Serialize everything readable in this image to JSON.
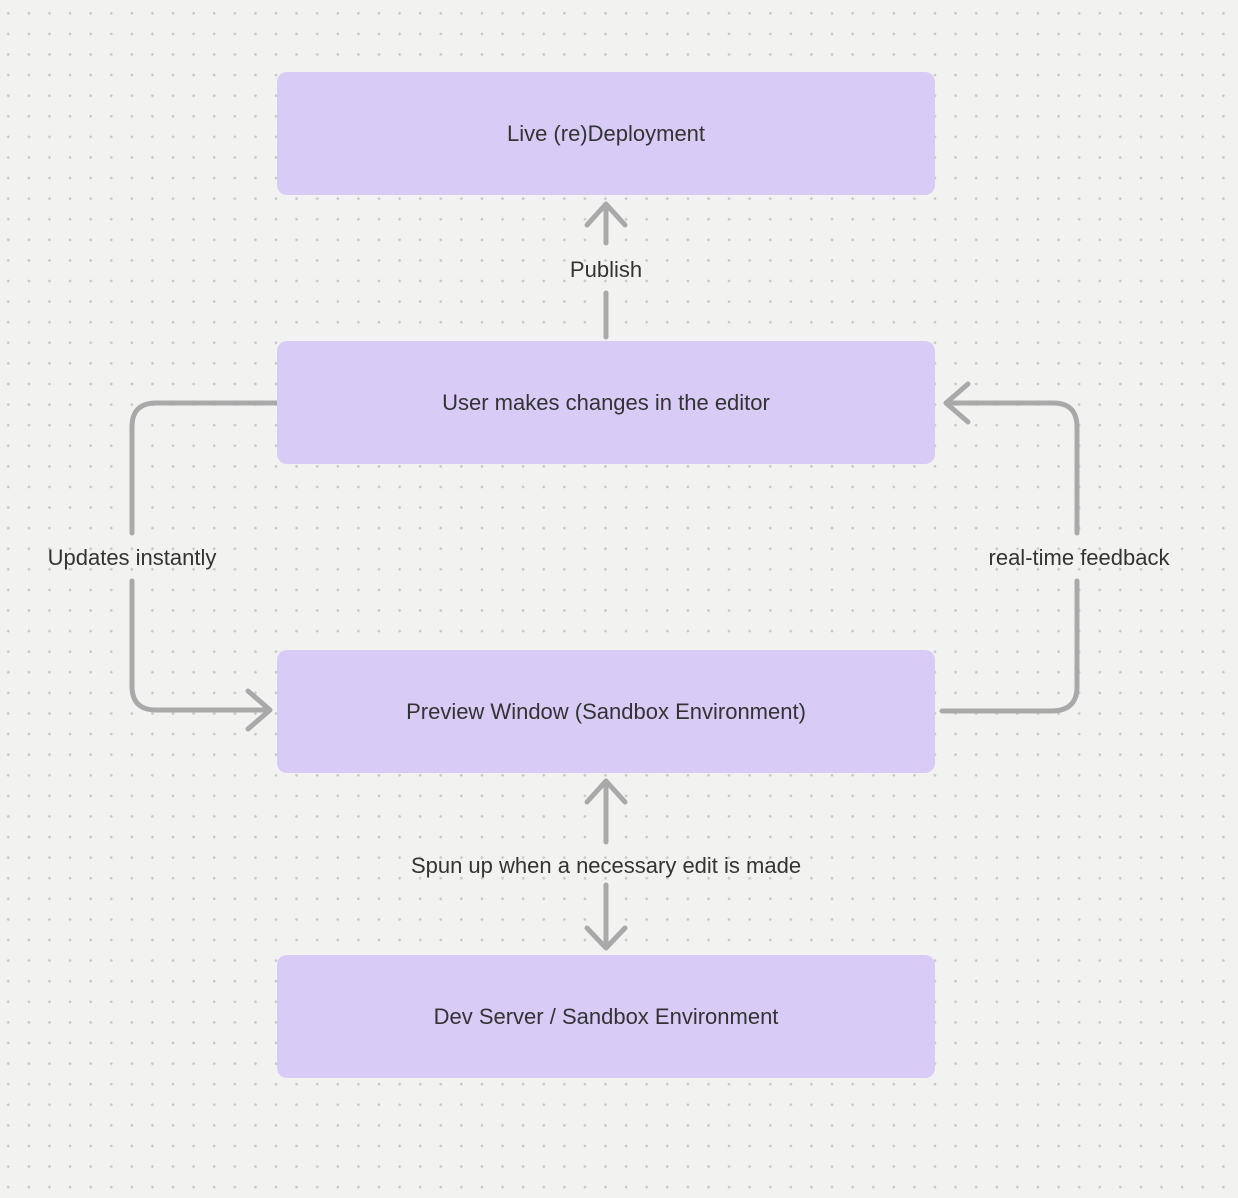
{
  "diagram": {
    "nodes": [
      {
        "id": "live-redeployment",
        "label": "Live (re)Deployment"
      },
      {
        "id": "user-editor",
        "label": "User makes changes in the editor"
      },
      {
        "id": "preview-window",
        "label": "Preview Window (Sandbox Environment)"
      },
      {
        "id": "dev-server",
        "label": "Dev Server / Sandbox Environment"
      }
    ],
    "edges": [
      {
        "id": "publish",
        "label": "Publish",
        "from": "user-editor",
        "to": "live-redeployment",
        "direction": "up"
      },
      {
        "id": "updates-instantly",
        "label": "Updates instantly",
        "from": "user-editor",
        "to": "preview-window",
        "direction": "left-loop"
      },
      {
        "id": "real-time-feedback",
        "label": "real-time feedback",
        "from": "preview-window",
        "to": "user-editor",
        "direction": "right-loop"
      },
      {
        "id": "spun-up",
        "label": "Spun up when a necessary edit is made",
        "from": "preview-window",
        "to": "dev-server",
        "direction": "bidirectional"
      }
    ]
  },
  "colors": {
    "background": "#f2f2f0",
    "dot": "#c8c8c6",
    "node_fill": "#d8ccf7",
    "arrow": "#a9a9a9",
    "text": "#333333"
  }
}
